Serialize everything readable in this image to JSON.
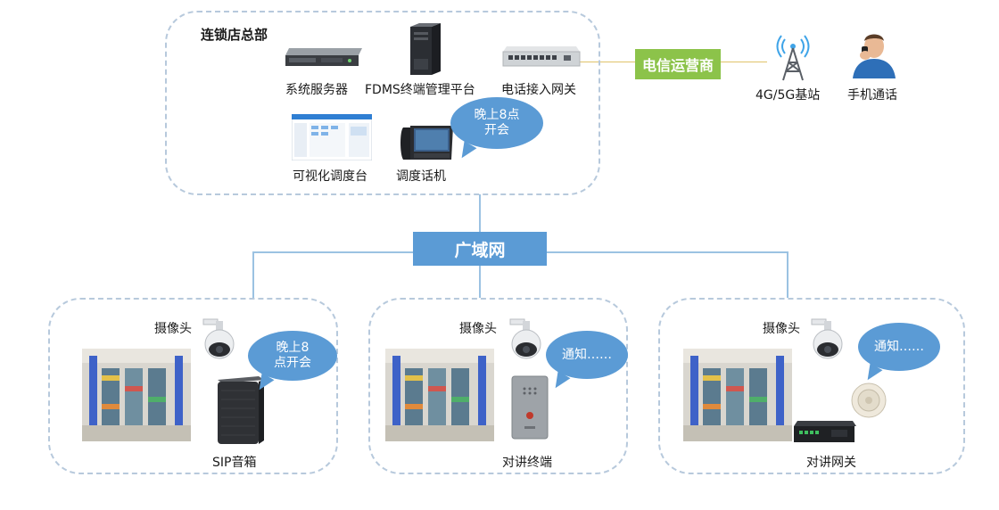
{
  "headquarters": {
    "title": "连锁店总部",
    "devices": {
      "server": "系统服务器",
      "platform": "FDMS终端管理平台",
      "gateway": "电话接入网关",
      "console": "可视化调度台",
      "dispatch_phone": "调度话机"
    },
    "bubble": [
      "晚上8点",
      "开会"
    ]
  },
  "carrier": {
    "label": "电信运营商",
    "base_station": "4G/5G基站",
    "mobile_call": "手机通话"
  },
  "wan": {
    "label": "广域网"
  },
  "branches": [
    {
      "camera_label": "摄像头",
      "device_label": "SIP音箱",
      "bubble": [
        "晚上8",
        "点开会"
      ]
    },
    {
      "camera_label": "摄像头",
      "device_label": "对讲终端",
      "bubble": [
        "通知……"
      ]
    },
    {
      "camera_label": "摄像头",
      "device_label": "对讲网关",
      "bubble": [
        "通知……"
      ]
    }
  ],
  "colors": {
    "dashed_border": "#b7c9dc",
    "connector": "#9bc2e2",
    "wan_fill": "#5b9bd5",
    "carrier_fill": "#8cc34a",
    "bubble_fill": "#5b9bd5"
  }
}
